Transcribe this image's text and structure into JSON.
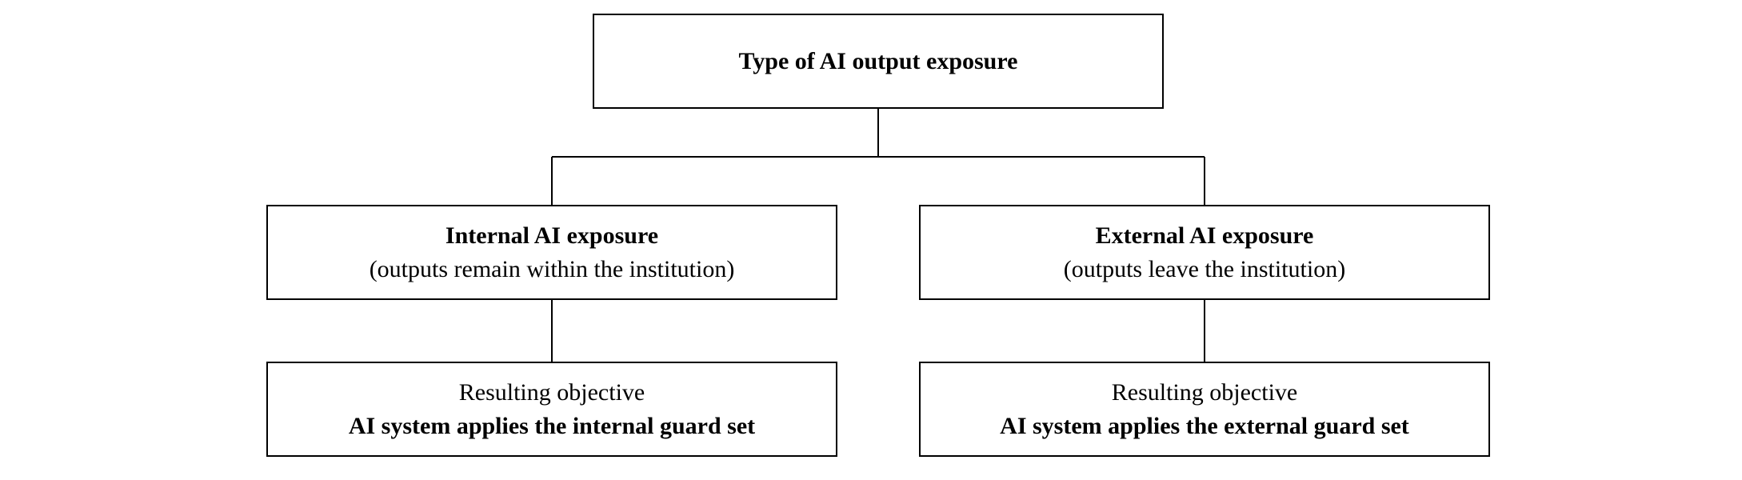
{
  "root": {
    "title": "Type of AI output exposure"
  },
  "internal": {
    "title": "Internal AI exposure",
    "subtitle": "(outputs remain within the institution)",
    "objective_label": "Resulting objective",
    "objective_text": "AI system applies the internal guard set"
  },
  "external": {
    "title": "External AI exposure",
    "subtitle": "(outputs leave the institution)",
    "objective_label": "Resulting objective",
    "objective_text": "AI system applies the external guard set"
  },
  "colors": {
    "line": "#000000",
    "box_border": "#000000",
    "background": "#ffffff"
  }
}
